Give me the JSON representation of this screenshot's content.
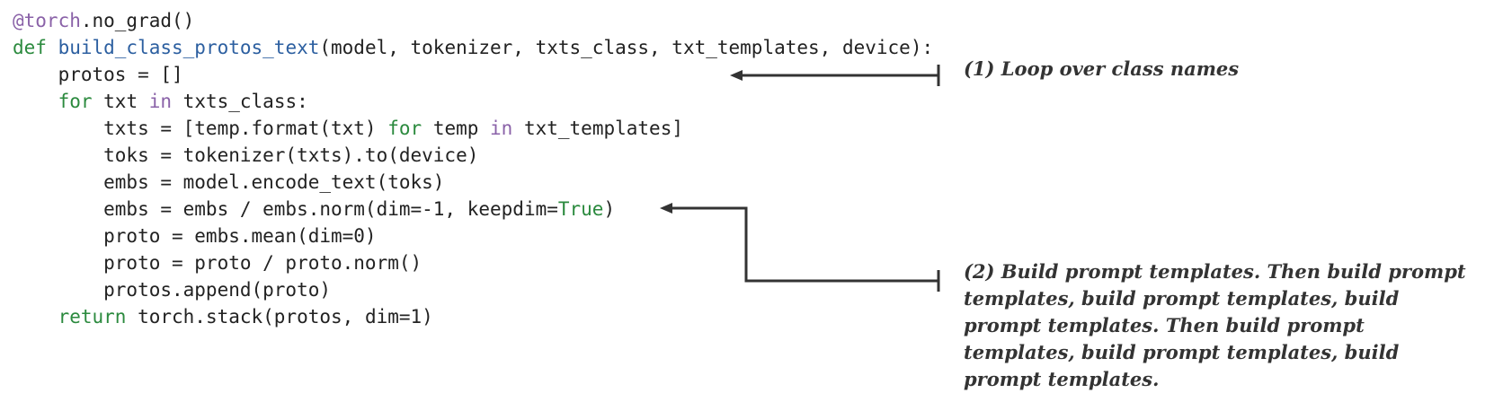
{
  "code_lines": [
    [
      {
        "t": "@torch",
        "c": "dec"
      },
      {
        "t": ".no_grad()",
        "c": "plain"
      }
    ],
    [
      {
        "t": "def ",
        "c": "kw"
      },
      {
        "t": "build_class_protos_text",
        "c": "fn"
      },
      {
        "t": "(model, tokenizer, txts_class, txt_templates, device):",
        "c": "plain"
      }
    ],
    [
      {
        "t": "    protos = []",
        "c": "plain"
      }
    ],
    [
      {
        "t": "    ",
        "c": "plain"
      },
      {
        "t": "for",
        "c": "kw"
      },
      {
        "t": " txt ",
        "c": "plain"
      },
      {
        "t": "in",
        "c": "kw2"
      },
      {
        "t": " txts_class:",
        "c": "plain"
      }
    ],
    [
      {
        "t": "        txts = [temp.format(txt) ",
        "c": "plain"
      },
      {
        "t": "for",
        "c": "kw"
      },
      {
        "t": " temp ",
        "c": "plain"
      },
      {
        "t": "in",
        "c": "kw2"
      },
      {
        "t": " txt_templates]",
        "c": "plain"
      }
    ],
    [
      {
        "t": "        toks = tokenizer(txts).to(device)",
        "c": "plain"
      }
    ],
    [
      {
        "t": "        embs = model.encode_text(toks)",
        "c": "plain"
      }
    ],
    [
      {
        "t": "        embs = embs / embs.norm(dim=-1, keepdim=",
        "c": "plain"
      },
      {
        "t": "True",
        "c": "bool"
      },
      {
        "t": ")",
        "c": "plain"
      }
    ],
    [
      {
        "t": "        proto = embs.mean(dim=0)",
        "c": "plain"
      }
    ],
    [
      {
        "t": "        proto = proto / proto.norm()",
        "c": "plain"
      }
    ],
    [
      {
        "t": "        protos.append(proto)",
        "c": "plain"
      }
    ],
    [
      {
        "t": "    ",
        "c": "plain"
      },
      {
        "t": "return",
        "c": "kw"
      },
      {
        "t": " torch.stack(protos, dim=1)",
        "c": "plain"
      }
    ]
  ],
  "annotations": {
    "loop": "(1) Loop over class names",
    "templates": "(2) Build prompt templates. Then build prompt templates, build prompt templates, build prompt templates. Then build prompt templates, build prompt templates, build prompt templates."
  },
  "colors": {
    "decorator": "#8a62a8",
    "keyword": "#2b8a3e",
    "in_keyword": "#8a62a8",
    "function_name": "#2c5fa0",
    "boolean": "#2b8a3e",
    "text": "#222222",
    "arrow": "#333333"
  }
}
